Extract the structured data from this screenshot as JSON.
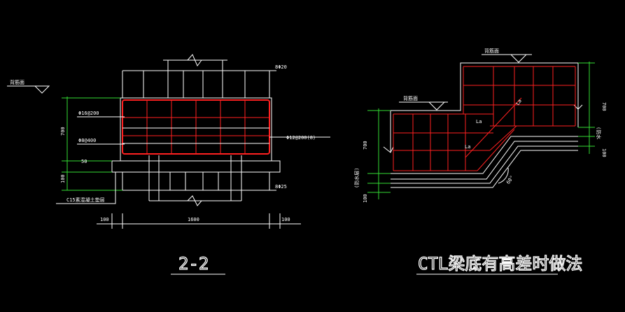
{
  "left": {
    "ground_label": "背筋面",
    "rebar_top": "8Φ20",
    "rebar_bottom": "8Φ25",
    "stirrup_1": "Φ16@200",
    "stirrup_2": "Φ8@400",
    "stirrup_3": "Φ12@200(8)",
    "dim_700": "700",
    "dim_50": "50",
    "dim_100": "100",
    "cushion": "C15素混凝土垫层",
    "dim_left_100": "100",
    "dim_1600": "1600",
    "dim_right_100": "100",
    "title": "2-2"
  },
  "right": {
    "ground_label_top": "背筋面",
    "ground_label_mid": "背筋面",
    "la_1": "La",
    "la_2": "La",
    "la_3": "La",
    "dim_700_left": "700",
    "dim_fangshui_left": "(防水层)",
    "dim_100_left": "100",
    "dim_700_right": "700",
    "dim_fangshui_right": "(防水",
    "dim_100_right": "100",
    "angle": "60°",
    "title": "CTL梁底有高差时做法"
  }
}
